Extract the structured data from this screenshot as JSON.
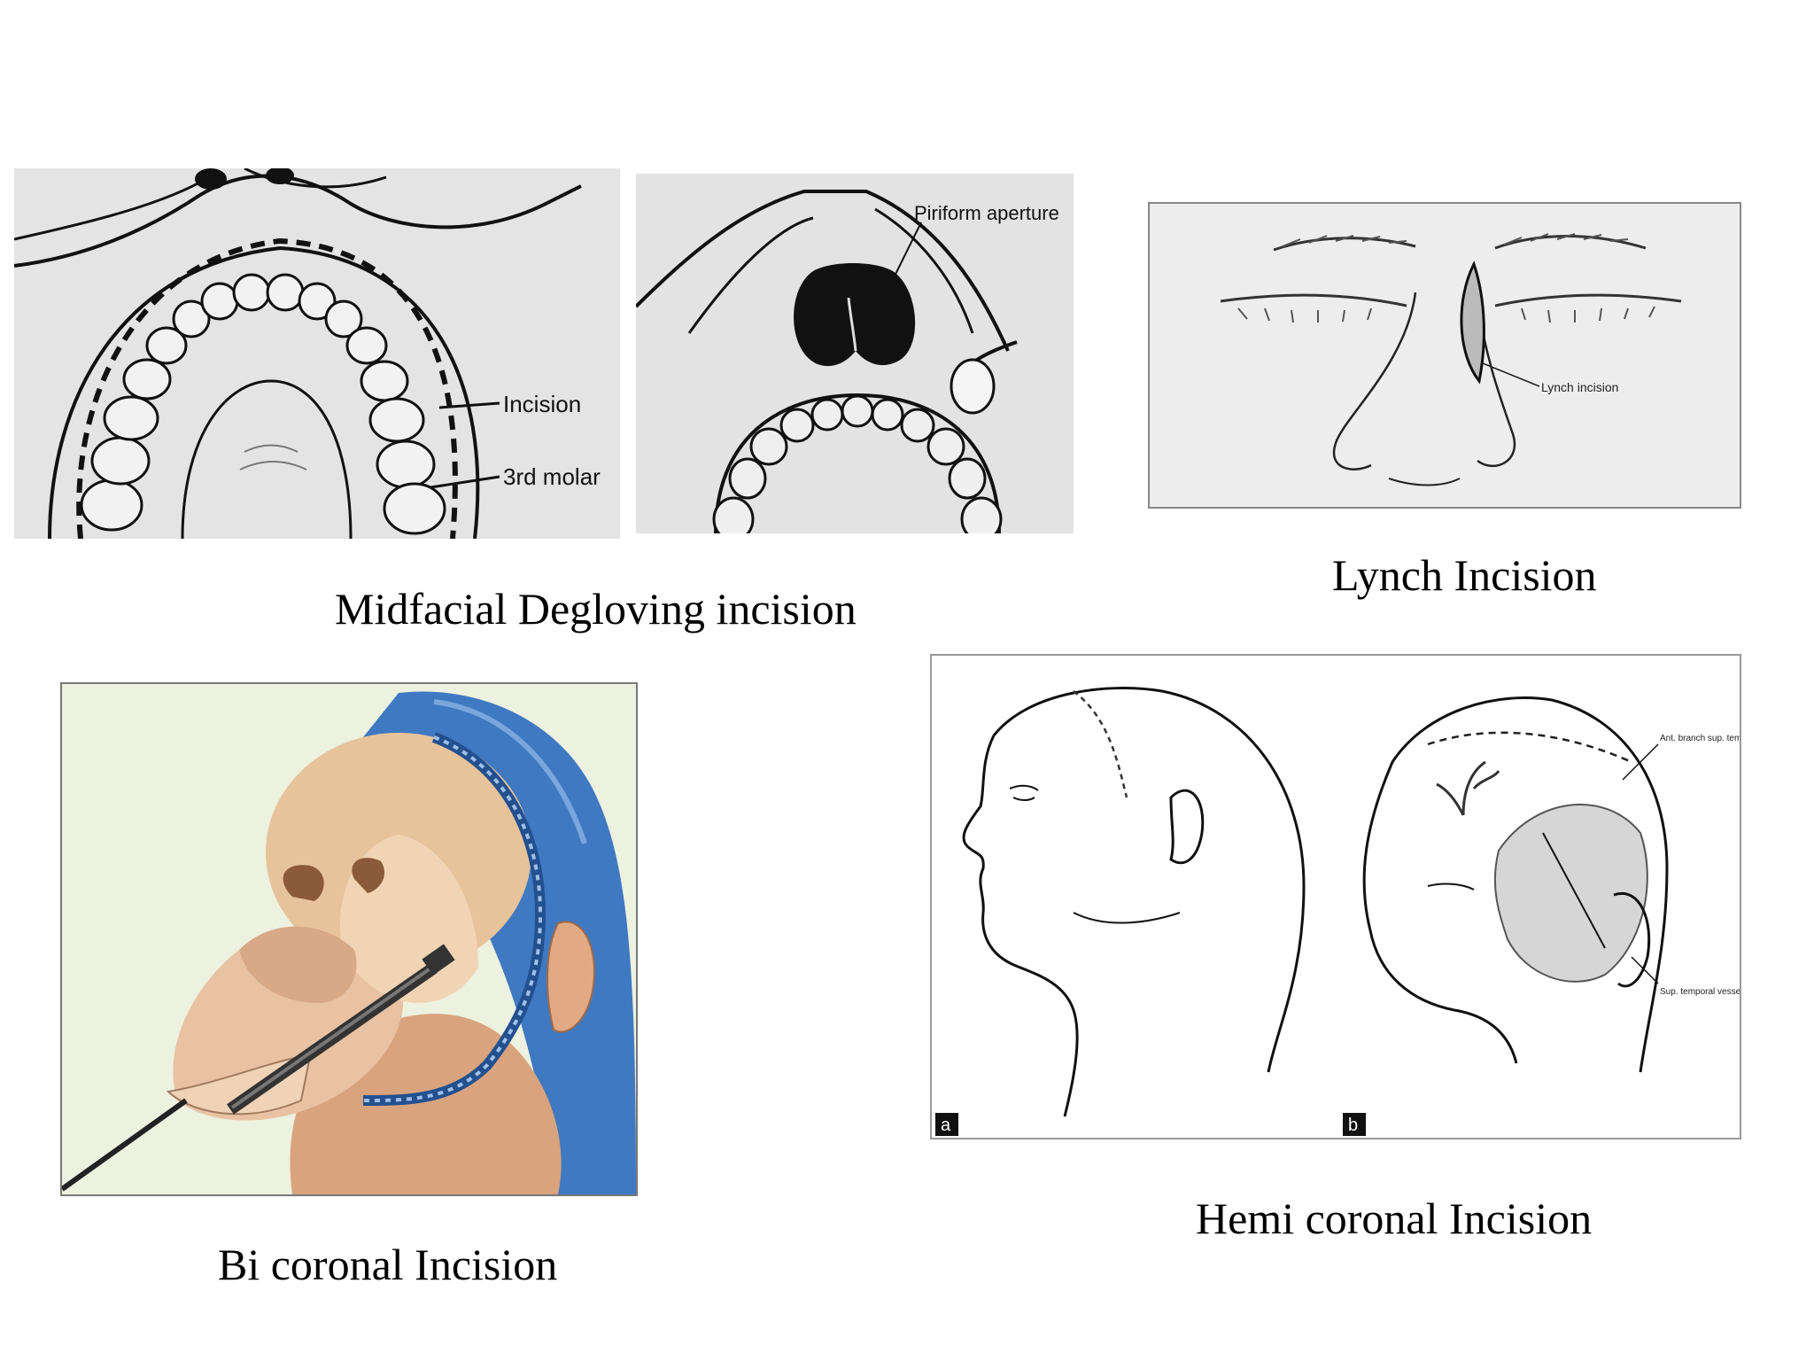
{
  "slide": {
    "captions": {
      "midfacial": "Midfacial Degloving incision",
      "lynch": "Lynch Incision",
      "bicoronal": "Bi coronal Incision",
      "hemicoronal": "Hemi coronal Incision"
    },
    "figure_labels": {
      "incision": "Incision",
      "third_molar": "3rd molar",
      "piriform": "Piriform aperture",
      "lynch_incision": "Lynch incision",
      "panel_a": "a",
      "panel_b": "b",
      "hemi_note_1": "Ant. branch sup. temporal a.",
      "hemi_note_2": "Sup. temporal vessels"
    }
  }
}
